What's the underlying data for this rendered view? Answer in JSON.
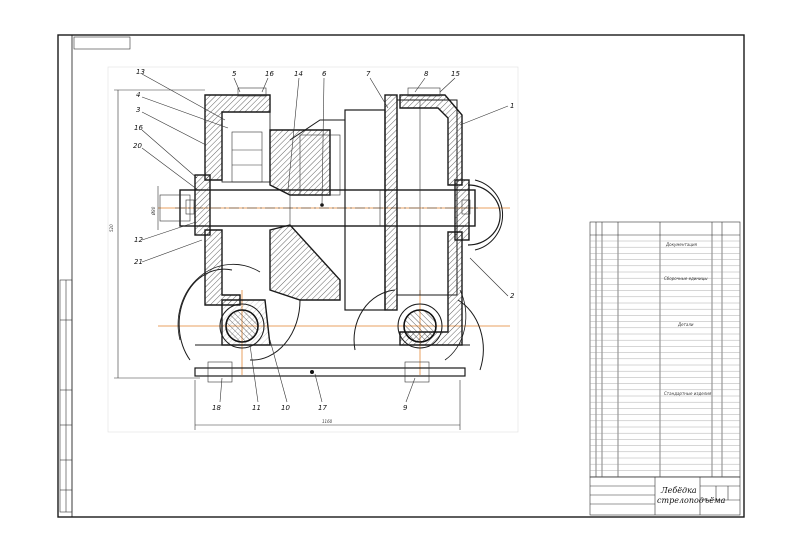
{
  "drawing": {
    "title_line1": "Лебёдка",
    "title_line2": "стрелоподъёма",
    "callouts": [
      "13",
      "5",
      "16",
      "14",
      "6",
      "7",
      "8",
      "15",
      "1",
      "4",
      "3",
      "16",
      "20",
      "12",
      "21",
      "2",
      "18",
      "11",
      "10",
      "17",
      "9"
    ],
    "dimensions": {
      "height": "520",
      "width": "1160",
      "shaft": "Ø80"
    }
  },
  "spec_table": {
    "sections": [
      "Документация",
      "Сборочные единицы",
      "Детали",
      "Стандартные изделия"
    ]
  },
  "colors": {
    "ink": "#1a1a1a",
    "axis": "#e8a060",
    "paper": "#ffffff"
  }
}
